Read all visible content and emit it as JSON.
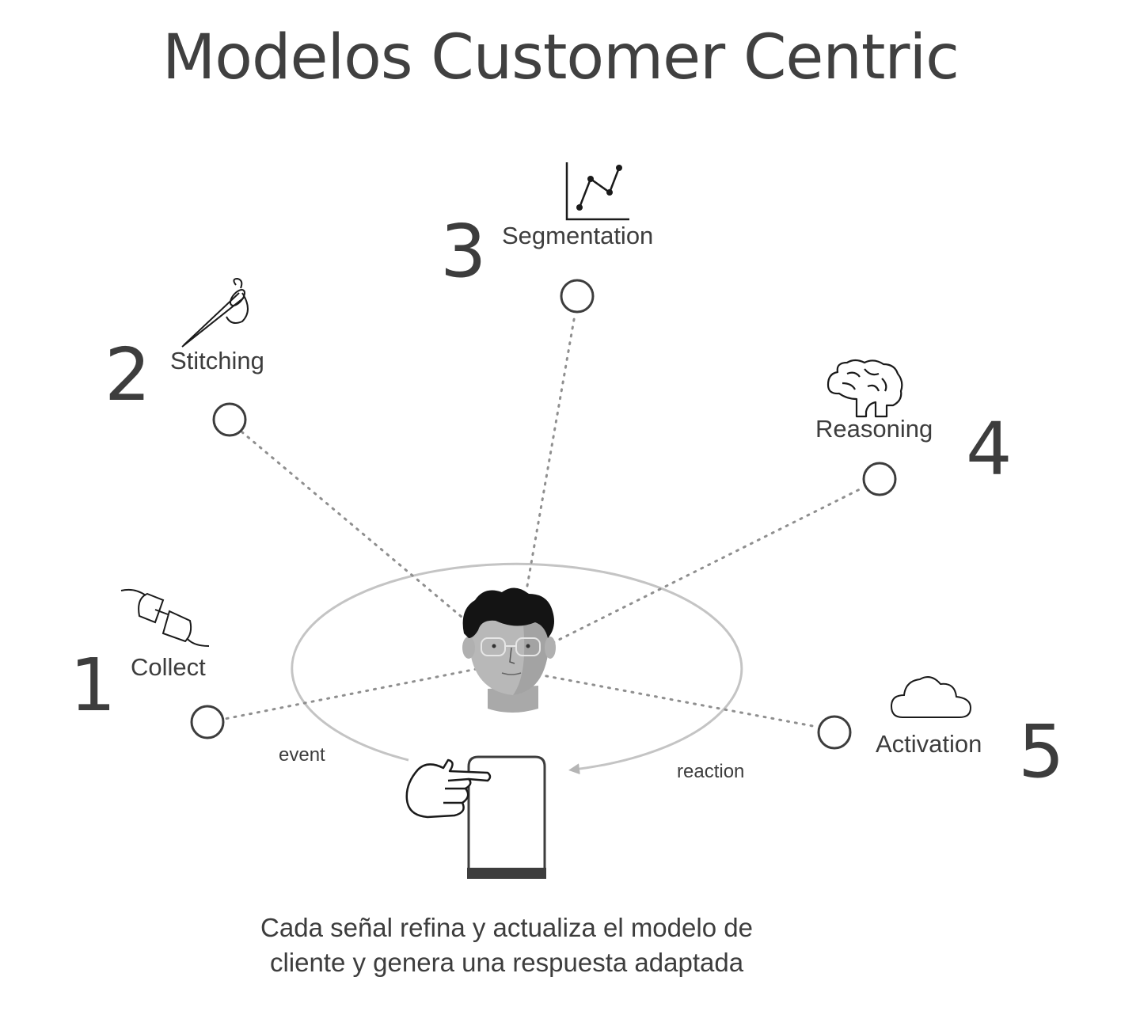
{
  "title": "Modelos Customer Centric",
  "steps": [
    {
      "number": "1",
      "label": "Collect",
      "icon": "plug-icon"
    },
    {
      "number": "2",
      "label": "Stitching",
      "icon": "needle-icon"
    },
    {
      "number": "3",
      "label": "Segmentation",
      "icon": "line-chart-icon"
    },
    {
      "number": "4",
      "label": "Reasoning",
      "icon": "brain-icon"
    },
    {
      "number": "5",
      "label": "Activation",
      "icon": "cloud-icon"
    }
  ],
  "cycle": {
    "event_label": "event",
    "reaction_label": "reaction"
  },
  "caption": "Cada señal refina y actualiza el modelo de cliente y genera una respuesta adaptada"
}
